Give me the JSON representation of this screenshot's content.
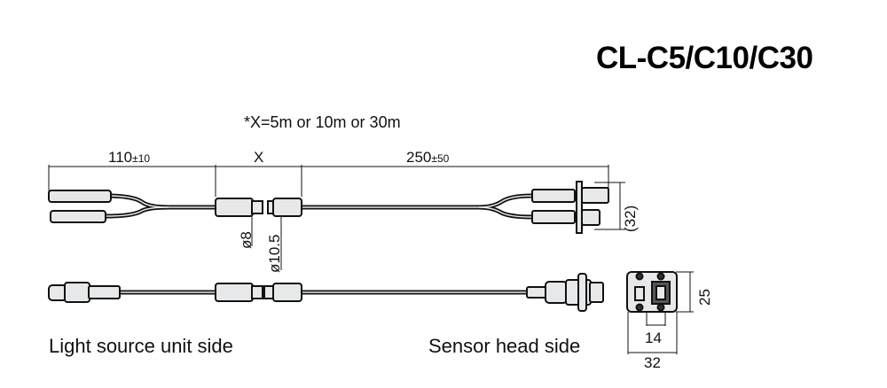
{
  "title": "CL-C5/C10/C30",
  "note": "*X=5m or 10m or 30m",
  "dimensions": {
    "left_length": {
      "value": "110",
      "tolerance": "±10"
    },
    "middle_length": {
      "value": "X"
    },
    "right_length": {
      "value": "250",
      "tolerance": "±50"
    },
    "connector_height": "(32)",
    "diameter_small": "ø8",
    "diameter_large": "ø10.5",
    "face_height": "25",
    "face_inner_width": "14",
    "face_width": "32"
  },
  "labels": {
    "light_source_side": "Light source unit side",
    "sensor_head_side": "Sensor head side"
  },
  "colors": {
    "line": "#111111",
    "fill": "#e6e8ea"
  }
}
